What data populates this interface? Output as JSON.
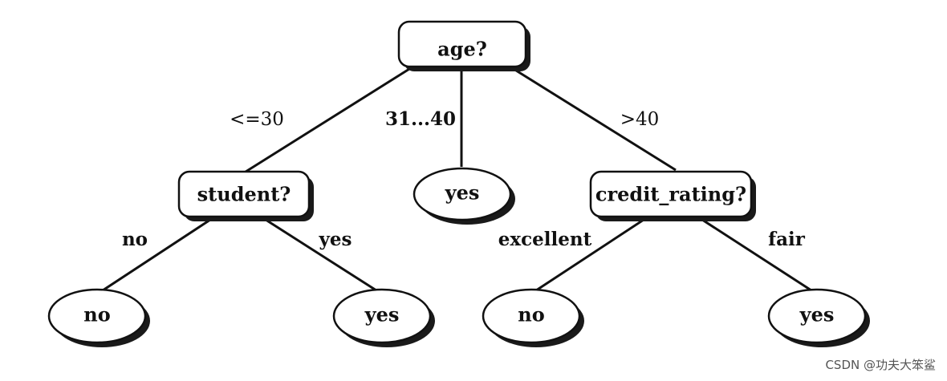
{
  "tree": {
    "root": {
      "label": "age?"
    },
    "edges_from_root": [
      {
        "label": "<=30"
      },
      {
        "label": "31...40"
      },
      {
        "label": ">40"
      }
    ],
    "student": {
      "label": "student?",
      "edges": [
        {
          "label": "no"
        },
        {
          "label": "yes"
        }
      ],
      "leaves": [
        {
          "label": "no"
        },
        {
          "label": "yes"
        }
      ]
    },
    "middle_leaf": {
      "label": "yes"
    },
    "credit": {
      "label": "credit_rating?",
      "edges": [
        {
          "label": "excellent"
        },
        {
          "label": "fair"
        }
      ],
      "leaves": [
        {
          "label": "no"
        },
        {
          "label": "yes"
        }
      ]
    }
  },
  "watermark": "CSDN @功夫大笨鲨",
  "colors": {
    "stroke": "#111111",
    "shadow": "#1a1a1a",
    "node_fill": "#ffffff",
    "background": "#ffffff"
  }
}
